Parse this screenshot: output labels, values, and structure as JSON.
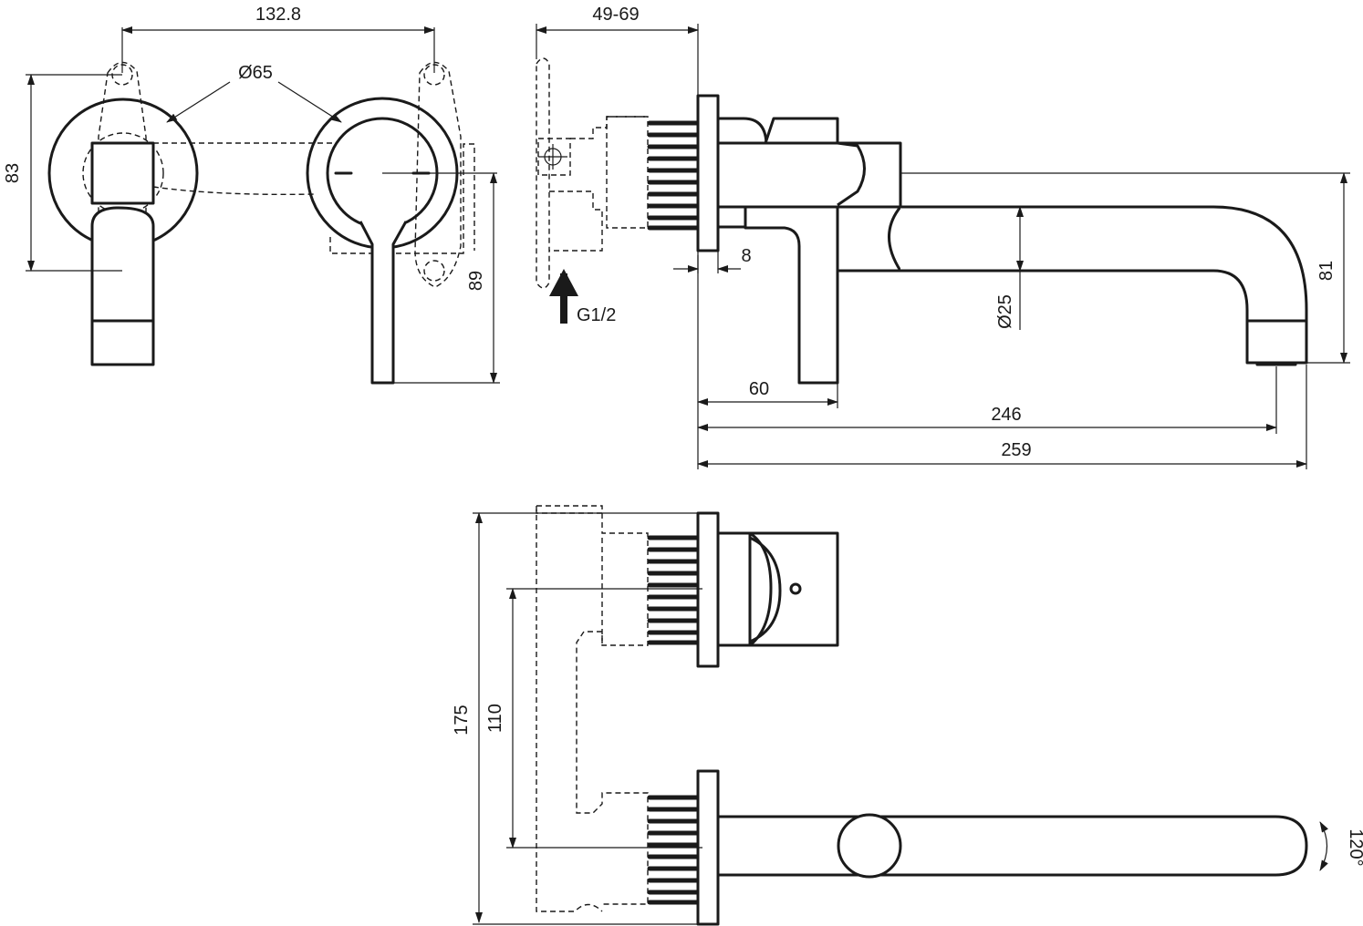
{
  "colors": {
    "line": "#1a1a1a",
    "background": "#ffffff"
  },
  "dimensions": {
    "plate_spacing": "132.8",
    "plate_diameter": "Ø65",
    "plate_height": "83",
    "handle_drop": "89",
    "wall_depth": "49-69",
    "rosette_gap": "8",
    "connection": "G1/2",
    "spout_diameter": "Ø25",
    "spout_height": "81",
    "handle_offset": "60",
    "spout_projection": "246",
    "total_projection": "259",
    "total_height": "175",
    "outlet_spacing": "110",
    "swivel_angle": "120°"
  }
}
